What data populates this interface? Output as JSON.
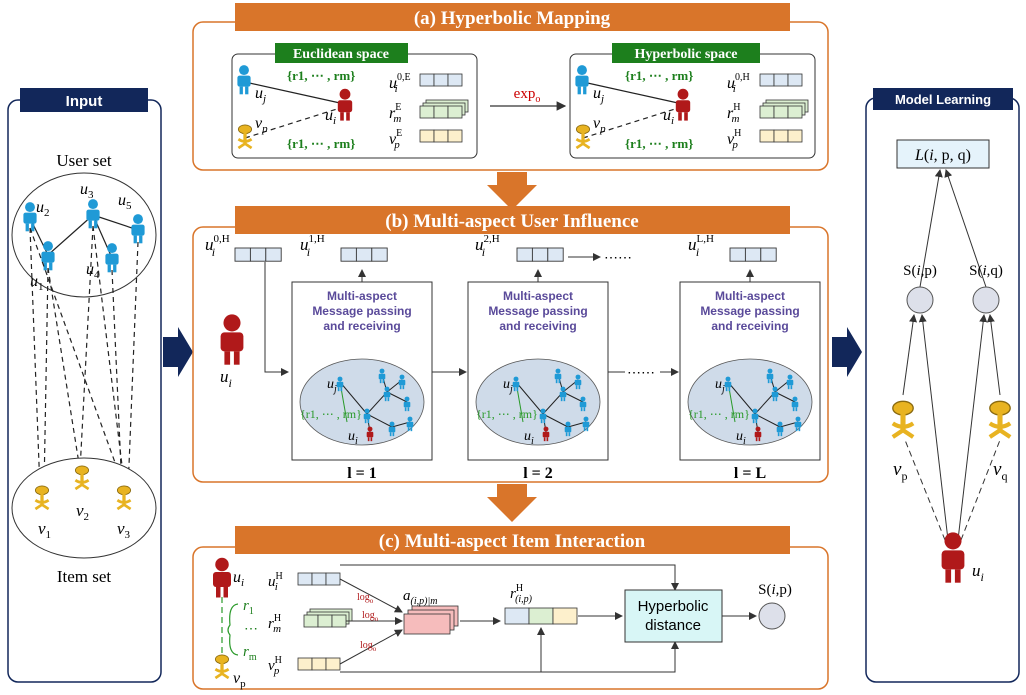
{
  "input": {
    "title": "Input",
    "user_set": "User set",
    "item_set": "Item set",
    "users": [
      "u2",
      "u3",
      "u5",
      "u1",
      "u4"
    ],
    "items": [
      "v1",
      "v2",
      "v3"
    ]
  },
  "section_a": {
    "title": "(a)   Hyperbolic Mapping",
    "euclidean_label": "Euclidean space",
    "hyperbolic_label": "Hyperbolic space",
    "relations": "{r1, ⋯ , rm}",
    "map_label": "expo",
    "u_j": "uj",
    "u_i": "ui",
    "v_p": "vp",
    "eu_ui": "ui0,E",
    "eu_rm": "rmE",
    "eu_vp": "vpE",
    "hy_ui": "ui0,H",
    "hy_rm": "rmH",
    "hy_vp": "vpH"
  },
  "section_b": {
    "title": "(b)   Multi-aspect User Influence",
    "block_text": [
      "Multi-aspect",
      "Message passing",
      "and receiving"
    ],
    "layers": [
      "l = 1",
      "l = 2",
      "l = L"
    ],
    "embeddings": [
      "ui0,H",
      "ui1,H",
      "ui2,H",
      "uiL,H"
    ],
    "user": "ui",
    "relations": "{r1, ⋯ , rm}",
    "dots": "⋯⋯"
  },
  "section_c": {
    "title": "(c)   Multi-aspect Item Interaction",
    "u_i": "ui",
    "v_p": "vp",
    "r1": "r1",
    "rdots": "⋯",
    "rm": "rm",
    "ui_h": "uiH",
    "rm_h": "rmH",
    "vp_h": "vpH",
    "log_label": "logo",
    "attention": "a(i,p)|m",
    "r_ip": "r(i,p)H",
    "distance": [
      "Hyperbolic",
      "distance"
    ],
    "score": "S(i,p)"
  },
  "model_learning": {
    "title": "Model Learning",
    "loss": "L(i, p, q)",
    "s_ip": "S(i,p)",
    "s_iq": "S(i,q)",
    "v_p": "vp",
    "v_q": "vq",
    "u_i": "ui"
  },
  "colors": {
    "orange": "#d9752a",
    "navy": "#12275a",
    "green": "#1d7f1d",
    "user_blue": "#1f9ad6",
    "user_red": "#b0191a",
    "item_yellow": "#e8b321",
    "cell_blue": "#dde8f4",
    "cell_green": "#dcefd2",
    "cell_yellow": "#fdf0cc",
    "cell_pink": "#f6bcbc",
    "ellipse": "#cfdbe9",
    "dist_box": "#d8f6f6"
  }
}
